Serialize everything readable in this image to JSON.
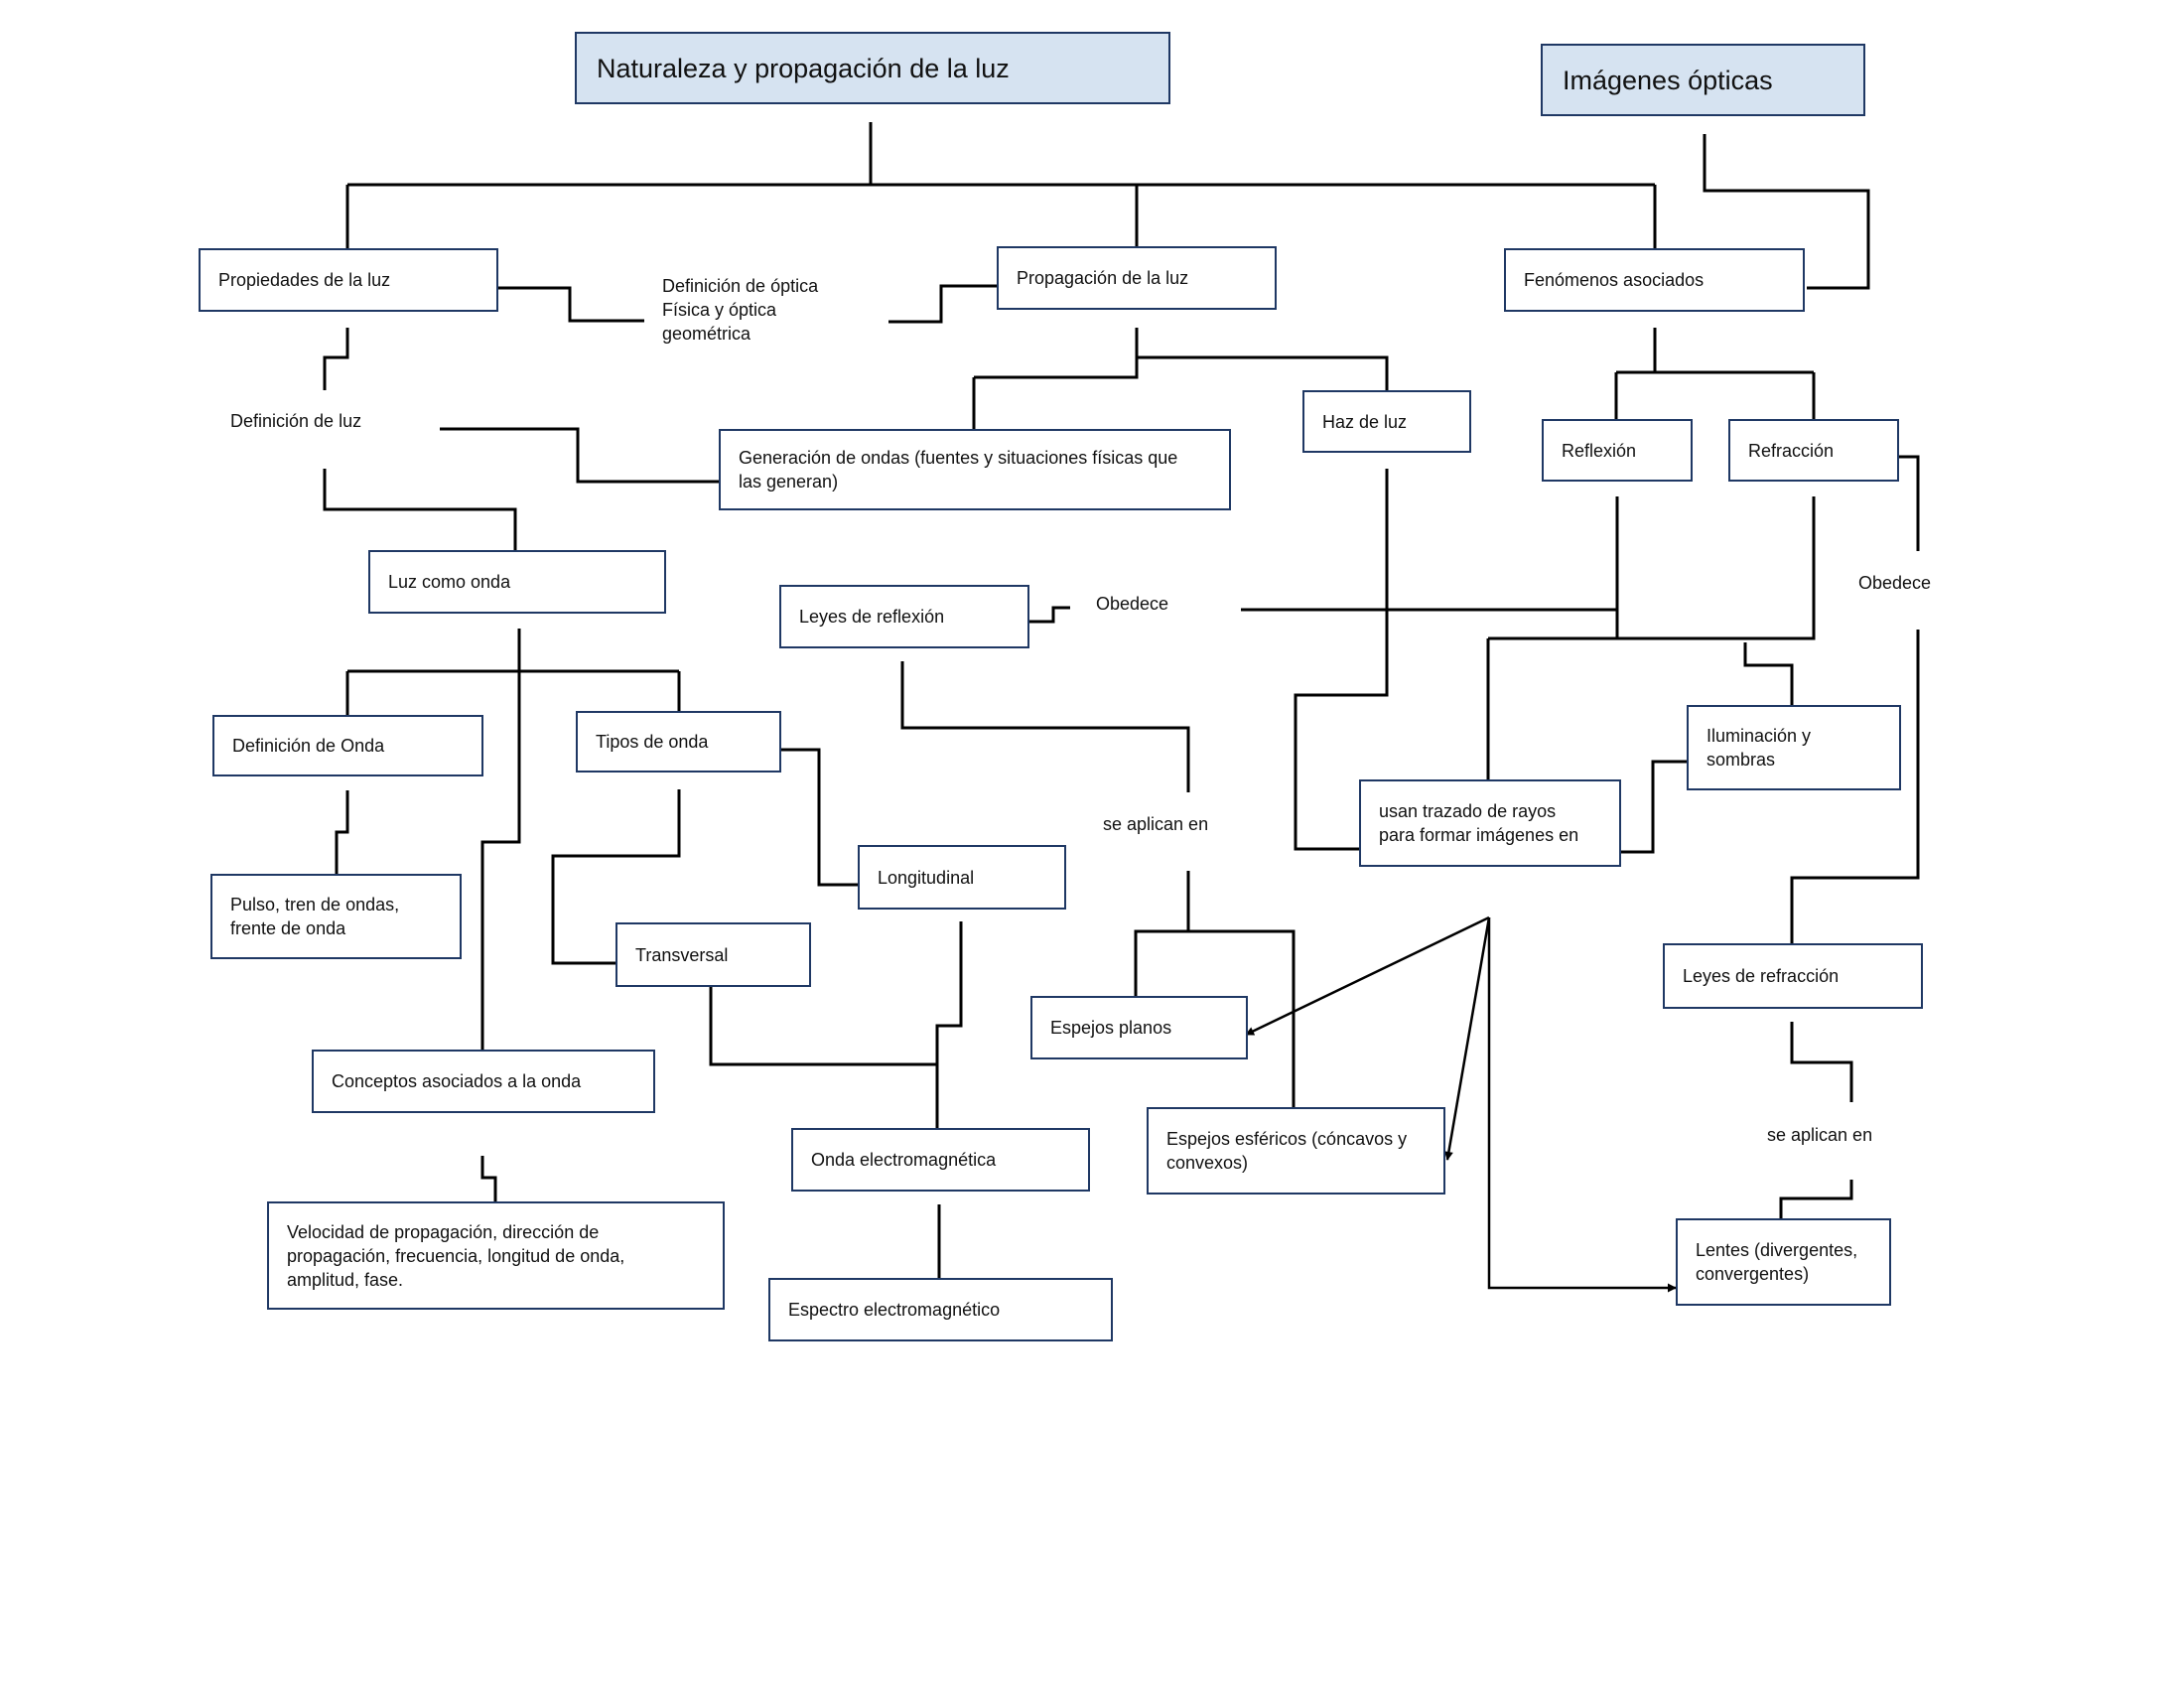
{
  "nodes": {
    "naturaleza": "Naturaleza y propagación de la luz",
    "imagenes": "Imágenes ópticas",
    "propiedades": "Propiedades de la luz",
    "def_optica": "Definición de óptica\nFísica y óptica\ngeométrica",
    "propagacion": "Propagación de la luz",
    "fenomenos": "Fenómenos asociados",
    "def_luz": "Definición de luz",
    "generacion": "Generación de ondas (fuentes y situaciones físicas que\nlas generan)",
    "haz": "Haz de luz",
    "reflexion": "Reflexión",
    "refraccion": "Refracción",
    "luz_onda": "Luz como onda",
    "leyes_reflexion": "Leyes de reflexión",
    "obedece_1": "Obedece",
    "obedece_2": "Obedece",
    "def_onda": "Definición de Onda",
    "tipos_onda": "Tipos de onda",
    "iluminacion": "Iluminación y\nsombras",
    "se_aplican_1": "se aplican en",
    "usan_trazado": "usan trazado de rayos\npara formar imágenes en",
    "pulso": "Pulso, tren de ondas,\nfrente de onda",
    "longitudinal": "Longitudinal",
    "transversal": "Transversal",
    "leyes_refraccion": "Leyes de refracción",
    "espejos_planos": "Espejos planos",
    "conceptos": "Conceptos asociados a la onda",
    "se_aplican_2": "se aplican en",
    "espejos_esfericos": "Espejos esféricos (cóncavos y\nconvexos)",
    "onda_em": "Onda electromagnética",
    "velocidad": "Velocidad de propagación, dirección de\npropagación, frecuencia, longitud de onda,\namplitud, fase.",
    "lentes": "Lentes (divergentes,\nconvergentes)",
    "espectro": "Espectro electromagnético"
  },
  "colors": {
    "box_border": "#1f3864",
    "title_fill": "#d6e3f1",
    "line": "#000000"
  }
}
